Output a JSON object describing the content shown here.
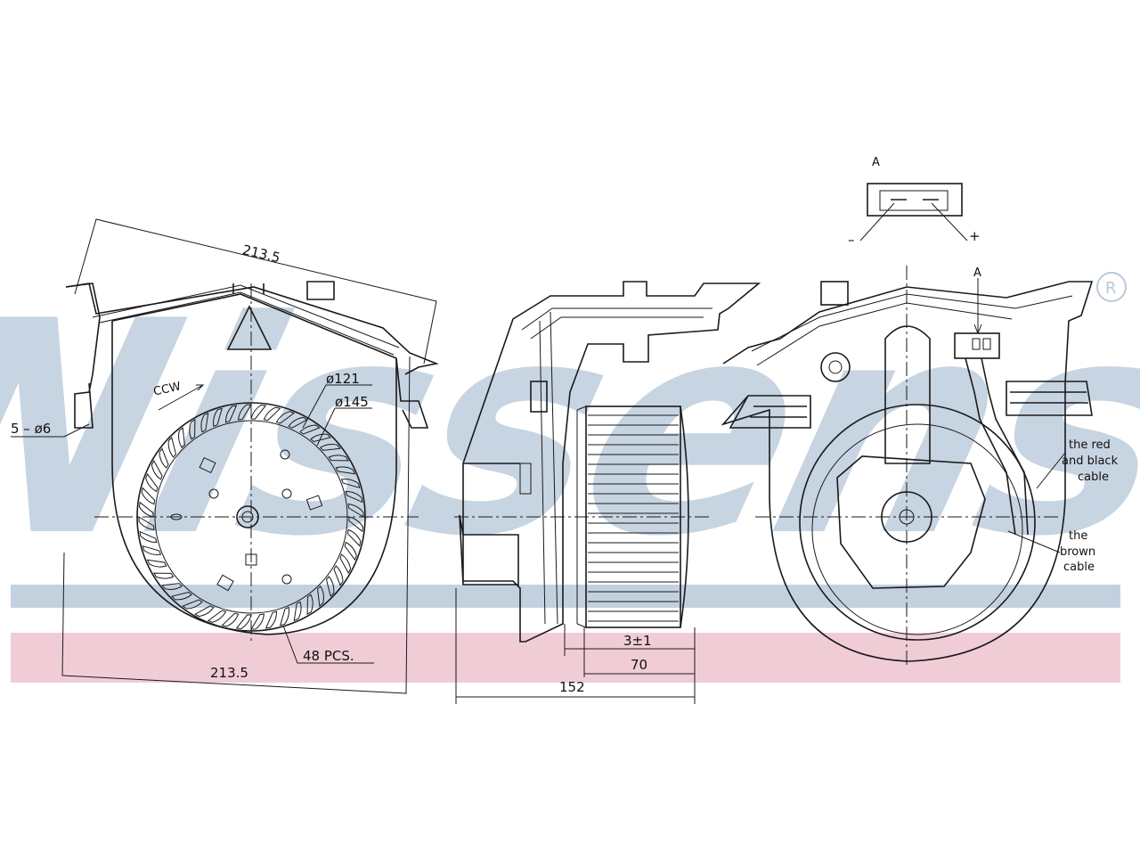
{
  "watermark": {
    "text": "Nissens",
    "registered_mark": "®",
    "color": "#b9c9da",
    "band_blue": "#c3d1df",
    "band_pink": "#f0cdd6"
  },
  "view_front": {
    "dim_width_top": "213.5",
    "dim_width_bottom": "213.5",
    "dim_holes": "5 – ø6",
    "rotation": "CCW",
    "dia_inner": "ø121",
    "dia_outer": "ø145",
    "blade_count": "48 PCS."
  },
  "view_side": {
    "dim_gap": "3±1",
    "dim_wheel": "70",
    "dim_total": "152"
  },
  "view_rear": {
    "connector_view": "A",
    "connector_arrow": "A",
    "pin_minus": "–",
    "pin_plus": "+",
    "note_red_black": [
      "the red",
      "and black",
      "cable"
    ],
    "note_brown": [
      "the",
      "brown",
      "cable"
    ]
  }
}
